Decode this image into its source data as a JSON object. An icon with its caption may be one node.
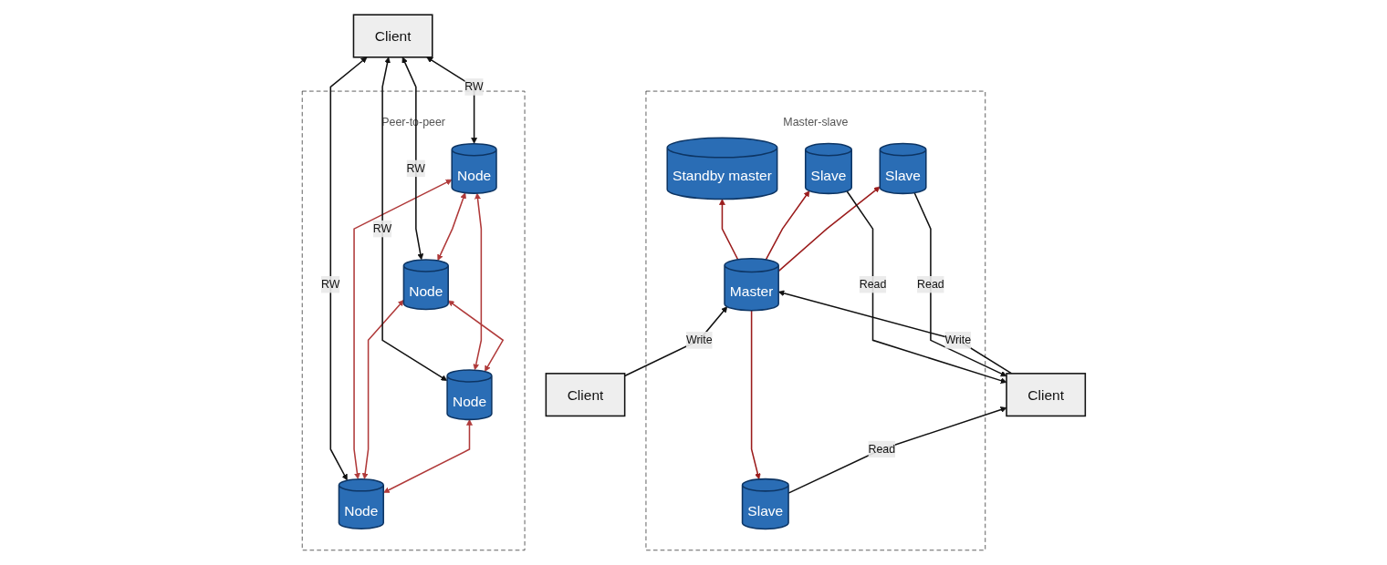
{
  "diagram": {
    "nodes": [
      {
        "text": [
          "Master-slave"
        ]
      },
      {
        "text": [
          "Slave"
        ],
        "in": 0
      },
      {
        "text": [
          "Slave"
        ],
        "in": 0
      },
      {
        "text": [
          "Slave"
        ],
        "in": 0
      },
      {
        "text": [
          "Master"
        ],
        "in": 0
      },
      {
        "text": [
          "Standby master"
        ],
        "in": 0
      },
      {
        "text": [
          "Client"
        ]
      },
      {
        "text": [
          "Client"
        ]
      },
      {
        "text": [
          "Peer-to-peer"
        ]
      },
      {
        "text": [
          "Node"
        ],
        "in": 8
      },
      {
        "text": [
          "Node"
        ],
        "in": 8
      },
      {
        "text": [
          "Node"
        ],
        "in": 8
      },
      {
        "text": [
          "Node"
        ],
        "in": 8
      },
      {
        "text": [
          "Client"
        ]
      }
    ],
    "edges": [
      {
        "from": 4,
        "to": 3,
        "arrow": "to",
        "color": "#9b1c1c"
      },
      {
        "from": 4,
        "to": 2,
        "arrow": "to",
        "color": "#9b1c1c"
      },
      {
        "from": 4,
        "to": 1,
        "arrow": "to",
        "color": "#9b1c1c"
      },
      {
        "from": 4,
        "to": 5,
        "arrow": "to",
        "color": "#9b1c1c"
      },
      {
        "from": 3,
        "to": 6,
        "arrow": "to",
        "label": "Read"
      },
      {
        "from": 2,
        "to": 6,
        "arrow": "to",
        "label": "Read"
      },
      {
        "from": 1,
        "to": 6,
        "arrow": "to",
        "label": "Read"
      },
      {
        "from": 6,
        "to": 4,
        "arrow": "to",
        "label": "Write"
      },
      {
        "from": 7,
        "to": 4,
        "arrow": "to",
        "label": "Write"
      },
      {
        "from": 9,
        "to": 10,
        "arrow": "both",
        "color": "#b03a3a"
      },
      {
        "from": 9,
        "to": 11,
        "arrow": "both",
        "color": "#b03a3a"
      },
      {
        "from": 9,
        "to": 12,
        "arrow": "both",
        "color": "#b03a3a"
      },
      {
        "from": 10,
        "to": 11,
        "arrow": "both",
        "color": "#b03a3a"
      },
      {
        "from": 10,
        "to": 12,
        "arrow": "both",
        "color": "#b03a3a"
      },
      {
        "from": 11,
        "to": 12,
        "arrow": "both",
        "color": "#b03a3a"
      },
      {
        "from": 11,
        "to": 13,
        "arrow": "both",
        "label": "RW"
      },
      {
        "from": 9,
        "to": 13,
        "arrow": "both",
        "label": "RW"
      },
      {
        "from": 10,
        "to": 13,
        "arrow": "both",
        "label": "RW"
      },
      {
        "from": 12,
        "to": 13,
        "arrow": "both",
        "label": "RW"
      }
    ]
  }
}
